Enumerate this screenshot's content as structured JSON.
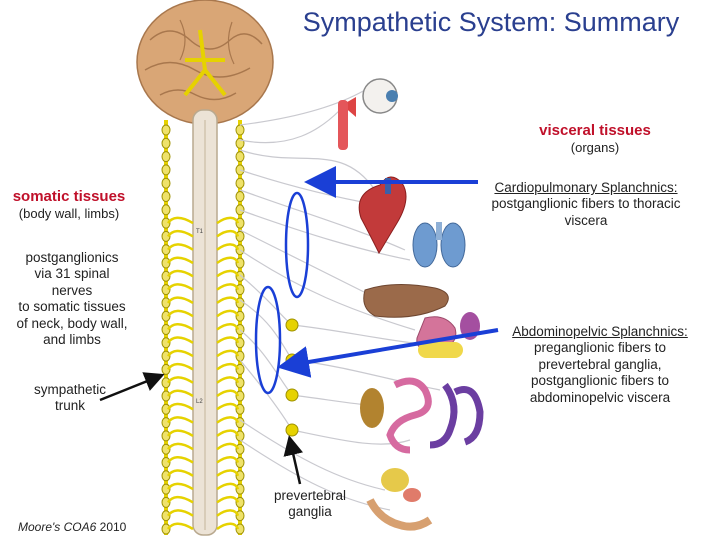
{
  "title": "Sympathetic System: Summary",
  "labels": {
    "visceral": {
      "heading": "visceral tissues",
      "sub": "(organs)"
    },
    "somatic": {
      "heading": "somatic tissues",
      "sub": "(body wall, limbs)"
    },
    "postganglionics": [
      "postganglionics",
      "via 31 spinal",
      "nerves",
      "to somatic tissues",
      "of neck, body wall,",
      "and limbs"
    ],
    "sympathetic_trunk": [
      "sympathetic",
      "trunk"
    ],
    "prevertebral": [
      "prevertebral",
      "ganglia"
    ],
    "cardiopulmonary": {
      "heading": "Cardiopulmonary Splanchnics:",
      "lines": [
        "postganglionic fibers to thoracic",
        "viscera"
      ]
    },
    "abdominopelvic": {
      "heading": "Abdominopelvic Splanchnics:",
      "lines": [
        "preganglionic fibers to",
        "prevertebral ganglia,",
        "postganglionic fibers to",
        "abdominopelvic viscera"
      ]
    },
    "credit_italic": "Moore's COA6",
    "credit_year": " 2010"
  },
  "colors": {
    "title": "#2a3f8f",
    "accent_red": "#c0102a",
    "arrow_blue": "#1a3fd6",
    "nerve_yellow": "#e6d200",
    "brain": "#d9a676"
  }
}
